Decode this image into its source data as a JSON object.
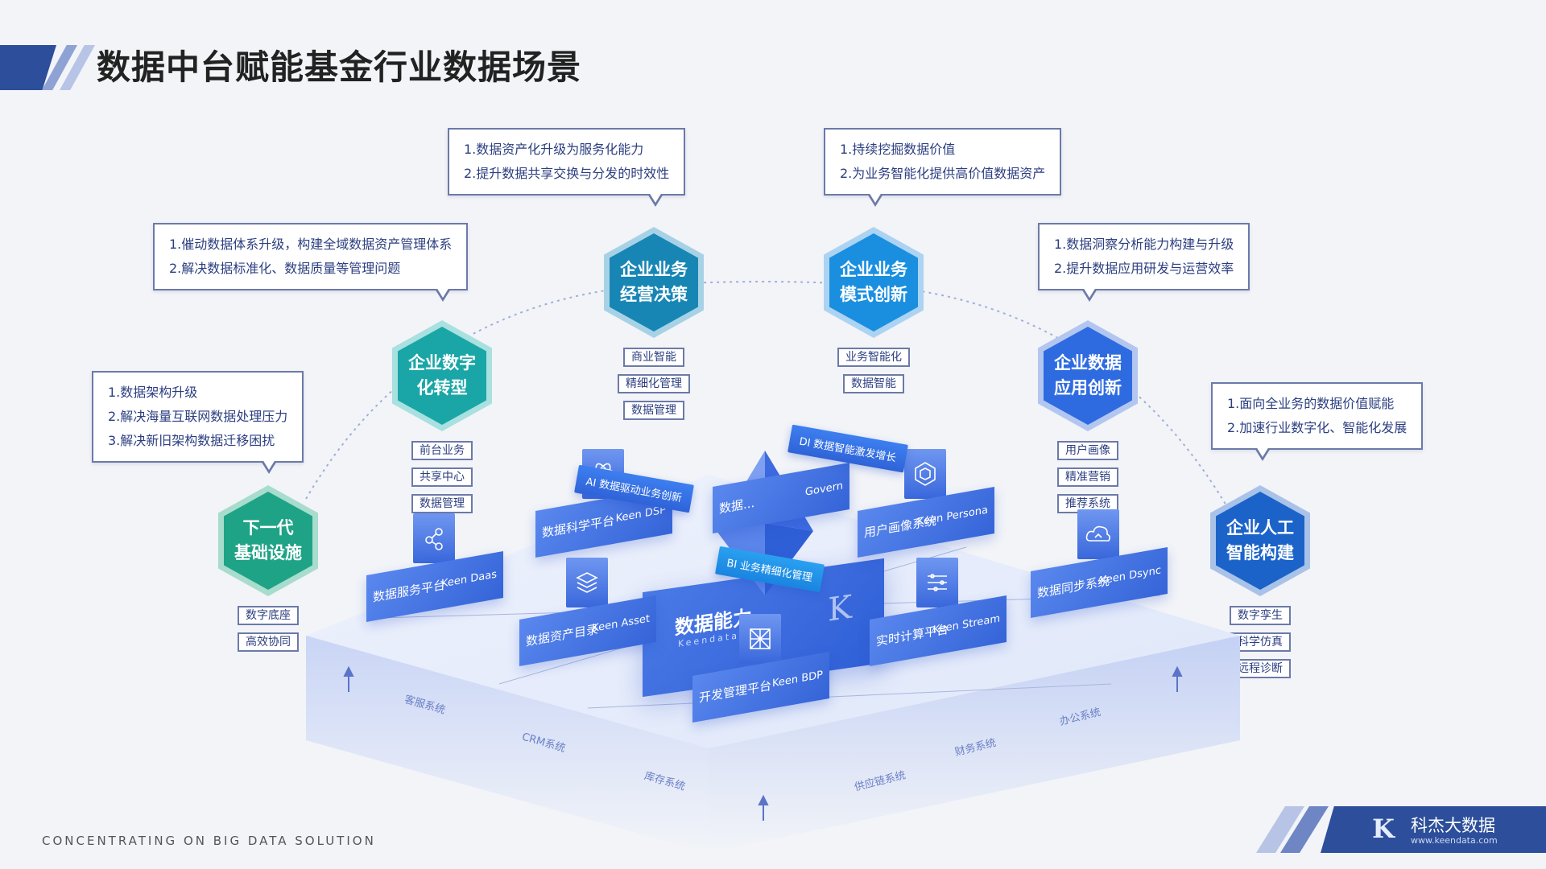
{
  "header": {
    "title": "数据中台赋能基金行业数据场景"
  },
  "callouts": [
    {
      "id": "infra",
      "lines": [
        "1.数据架构升级",
        "2.解决海量互联网数据处理压力",
        "3.解决新旧架构数据迁移困扰"
      ]
    },
    {
      "id": "digital",
      "lines": [
        "1.催动数据体系升级，构建全域数据资产管理体系",
        "2.解决数据标准化、数据质量等管理问题"
      ]
    },
    {
      "id": "decision",
      "lines": [
        "1.数据资产化升级为服务化能力",
        "2.提升数据共享交换与分发的时效性"
      ]
    },
    {
      "id": "model",
      "lines": [
        "1.持续挖掘数据价值",
        "2.为业务智能化提供高价值数据资产"
      ]
    },
    {
      "id": "app",
      "lines": [
        "1.数据洞察分析能力构建与升级",
        "2.提升数据应用研发与运营效率"
      ]
    },
    {
      "id": "ai",
      "lines": [
        "1.面向全业务的数据价值赋能",
        "2.加速行业数字化、智能化发展"
      ]
    }
  ],
  "stages": [
    {
      "id": "infra",
      "line1": "下一代",
      "line2": "基础设施",
      "color": "#1fa387",
      "tags": [
        "数字底座",
        "高效协同"
      ]
    },
    {
      "id": "digital",
      "line1": "企业数字",
      "line2": "化转型",
      "color": "#1aa6a6",
      "tags": [
        "前台业务",
        "共享中心",
        "数据管理"
      ]
    },
    {
      "id": "decision",
      "line1": "企业业务",
      "line2": "经营决策",
      "color": "#1786b4",
      "tags": [
        "商业智能",
        "精细化管理",
        "数据管理"
      ]
    },
    {
      "id": "model",
      "line1": "企业业务",
      "line2": "模式创新",
      "color": "#1a8fe0",
      "tags": [
        "业务智能化",
        "数据智能"
      ]
    },
    {
      "id": "app",
      "line1": "企业数据",
      "line2": "应用创新",
      "color": "#2f6be0",
      "tags": [
        "用户画像",
        "精准营销",
        "推荐系统"
      ]
    },
    {
      "id": "ai",
      "line1": "企业人工",
      "line2": "智能构建",
      "color": "#1b63c9",
      "tags": [
        "数字孪生",
        "科学仿真",
        "远程诊断"
      ]
    }
  ],
  "platform": {
    "core": {
      "title": "数据能力",
      "subtitle": "Keendata"
    },
    "modules": [
      {
        "name": "数据服务平台",
        "product": "Keen Daas",
        "icon": "graph-nodes-icon"
      },
      {
        "name": "数据科学平台",
        "product": "Keen DSP",
        "icon": "atom-icon"
      },
      {
        "name": "数据...",
        "product": "Govern",
        "icon": "pyramid-icon"
      },
      {
        "name": "用户画像系统",
        "product": "Keen Persona",
        "icon": "cube-hex-icon"
      },
      {
        "name": "数据资产目录",
        "product": "Keen Asset",
        "icon": "layers-icon"
      },
      {
        "name": "开发管理平台",
        "product": "Keen BDP",
        "icon": "network-grid-icon"
      },
      {
        "name": "实时计算平台",
        "product": "Keen Stream",
        "icon": "stream-lines-icon"
      },
      {
        "name": "数据同步系统",
        "product": "Keen Dsync",
        "icon": "cloud-sync-icon"
      }
    ],
    "banners": [
      {
        "text": "AI 数据驱动业务创新"
      },
      {
        "text": "DI 数据智能激发增长"
      },
      {
        "text": "BI 业务精细化管理"
      }
    ],
    "systems": [
      "客服系统",
      "CRM系统",
      "库存系统",
      "供应链系统",
      "财务系统",
      "办公系统"
    ]
  },
  "footer": {
    "slogan": "CONCENTRATING ON BIG DATA SOLUTION",
    "brand_name": "科杰大数据",
    "brand_url": "www.keendata.com",
    "brand_logo_glyph": "K"
  },
  "colors": {
    "brand": "#2d4f9b",
    "callout_border": "#6c7aa8",
    "callout_text": "#2c3f80",
    "platform_blue": "#3b6fe0"
  }
}
